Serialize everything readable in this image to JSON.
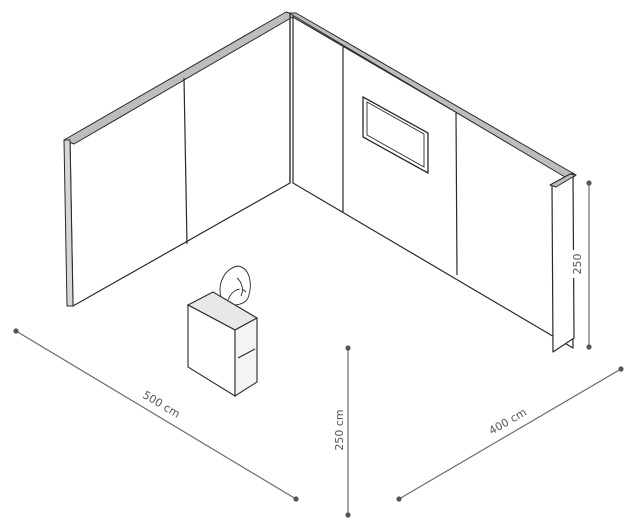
{
  "dimensions": {
    "width_label": "500 cm",
    "depth_label": "400 cm",
    "height_label": "250 cm",
    "wall_height_label": "250"
  },
  "icons": {
    "counter": "counter-icon",
    "chair": "chair-icon",
    "screen": "screen-icon"
  }
}
